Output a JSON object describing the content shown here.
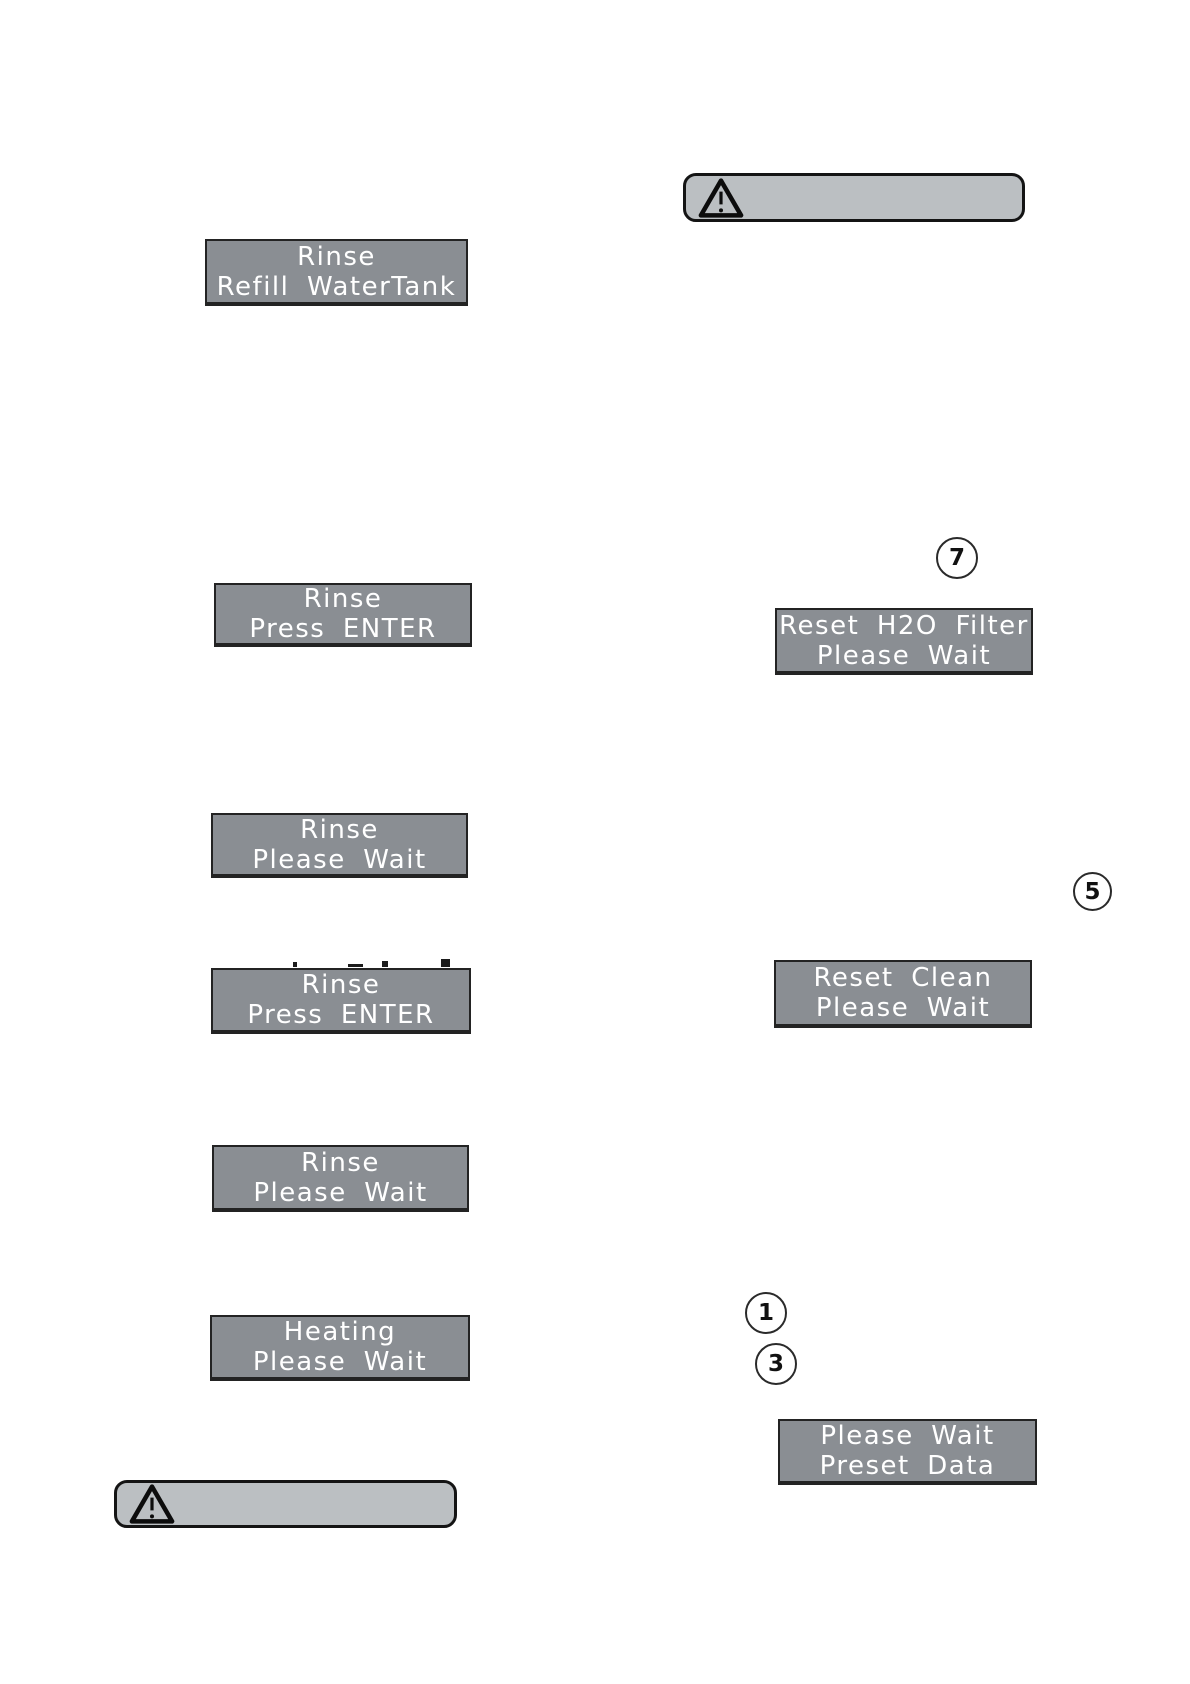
{
  "colors": {
    "page_bg": "#ffffff",
    "lcd_bg": "#8a8e93",
    "lcd_text": "#ffffff",
    "lcd_border": "#232323",
    "note_bg": "#bbbfc2",
    "note_border": "#141414",
    "callout_text": "#111111"
  },
  "lcd_displays": [
    {
      "name": "rinse-refill-watertank",
      "line1": "Rinse",
      "line2": "Refill WaterTank"
    },
    {
      "name": "rinse-press-enter-1",
      "line1": "Rinse",
      "line2": "Press ENTER"
    },
    {
      "name": "rinse-please-wait-1",
      "line1": "Rinse",
      "line2": "Please Wait"
    },
    {
      "name": "rinse-press-enter-2",
      "line1": "Rinse",
      "line2": "Press ENTER"
    },
    {
      "name": "rinse-please-wait-2",
      "line1": "Rinse",
      "line2": "Please Wait"
    },
    {
      "name": "heating-please-wait",
      "line1": "Heating",
      "line2": "Please Wait"
    },
    {
      "name": "reset-h2o-filter",
      "line1": "Reset H2O Filter",
      "line2": "Please Wait"
    },
    {
      "name": "reset-clean",
      "line1": "Reset Clean",
      "line2": "Please Wait"
    },
    {
      "name": "please-wait-preset-data",
      "line1": "Please Wait",
      "line2": "Preset Data"
    }
  ],
  "callouts": [
    {
      "label": "7"
    },
    {
      "label": "5"
    },
    {
      "label": "1"
    },
    {
      "label": "3"
    }
  ],
  "warning_notes": [
    {
      "position": "top-right",
      "icon": "warning-triangle-icon"
    },
    {
      "position": "bottom-left",
      "icon": "warning-triangle-icon"
    }
  ]
}
